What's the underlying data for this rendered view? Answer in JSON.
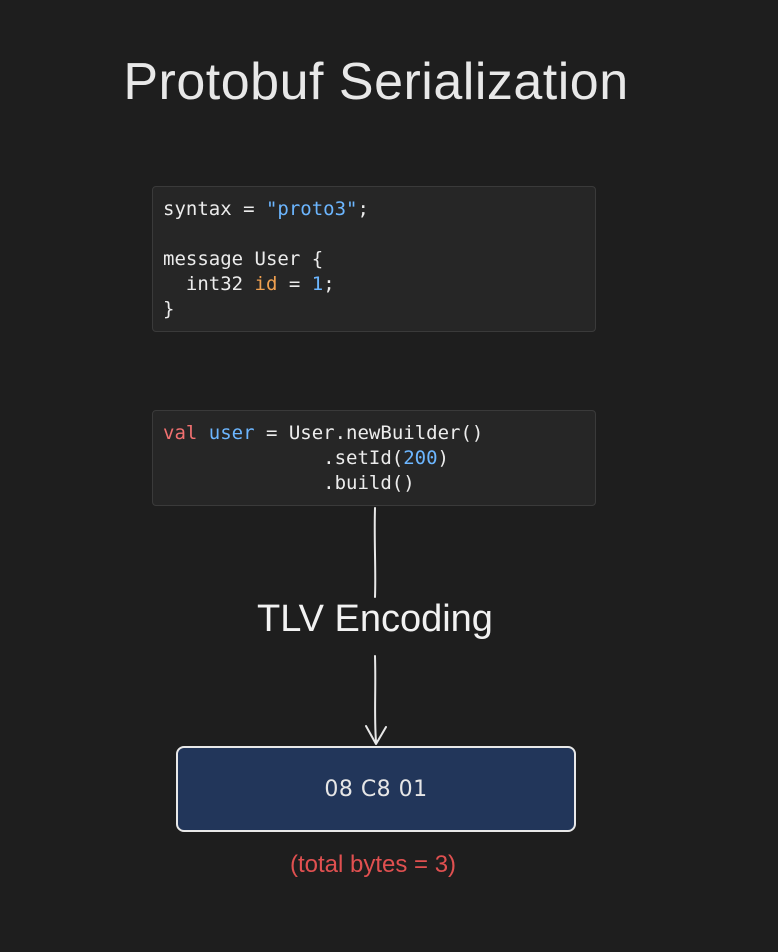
{
  "title": "Protobuf Serialization",
  "proto_code": {
    "line1_pre": "syntax = ",
    "line1_str": "\"proto3\"",
    "line1_post": ";",
    "line3": "message User {",
    "line4_pre": "  int32 ",
    "line4_field": "id",
    "line4_mid": " = ",
    "line4_num": "1",
    "line4_post": ";",
    "line5": "}"
  },
  "kotlin_code": {
    "kw": "val",
    "var": "user",
    "line1_post": " = User.newBuilder()",
    "line2_pre": "              .setId(",
    "line2_num": "200",
    "line2_post": ")",
    "line3": "              .build()"
  },
  "encoding_label": "TLV Encoding",
  "bytes": "08 C8 01",
  "total_bytes": "(total bytes = 3)",
  "colors": {
    "background": "#1e1e1e",
    "code_background": "#262626",
    "string": "#6cb6ff",
    "field": "#f0a050",
    "keyword": "#f07070",
    "bytes_box": "#22365a",
    "total_bytes_text": "#e05050"
  }
}
